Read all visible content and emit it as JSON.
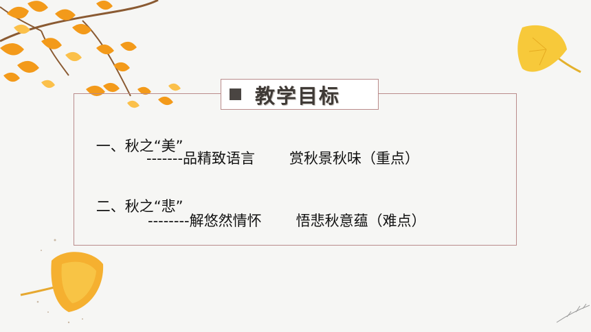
{
  "title": "教学目标",
  "items": [
    {
      "heading": "一、秋之“美”",
      "dashes": "-------",
      "phrase": "品精致语言",
      "point": "赏秋景秋味（重点）"
    },
    {
      "heading": "二、秋之“悲”",
      "dashes": "--------",
      "phrase": "解悠然情怀",
      "point": "悟悲秋意蕴（难点）"
    }
  ],
  "colors": {
    "frame_border": "#b98a8a",
    "title_text": "#3f3a36",
    "leaf_orange": "#f39a1a",
    "leaf_yellow": "#f7c93a"
  }
}
